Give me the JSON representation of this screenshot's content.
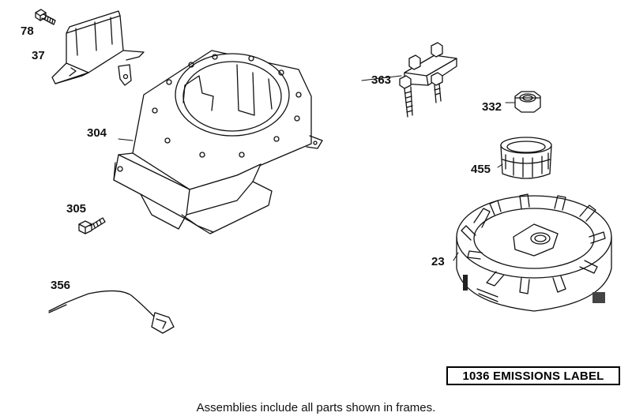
{
  "parts": [
    {
      "id": "bolt-78",
      "number": "78",
      "name": "bolt"
    },
    {
      "id": "shield-37",
      "number": "37",
      "name": "shield"
    },
    {
      "id": "blower-housing-304",
      "number": "304",
      "name": "blower housing"
    },
    {
      "id": "screw-305",
      "number": "305",
      "name": "screw"
    },
    {
      "id": "wire-356",
      "number": "356",
      "name": "wire"
    },
    {
      "id": "bracket-363",
      "number": "363",
      "name": "bracket"
    },
    {
      "id": "nut-332",
      "number": "332",
      "name": "nut"
    },
    {
      "id": "cup-455",
      "number": "455",
      "name": "cup"
    },
    {
      "id": "flywheel-23",
      "number": "23",
      "name": "flywheel"
    }
  ],
  "emissions_label": "1036 EMISSIONS LABEL",
  "caption": "Assemblies include all parts shown in frames."
}
